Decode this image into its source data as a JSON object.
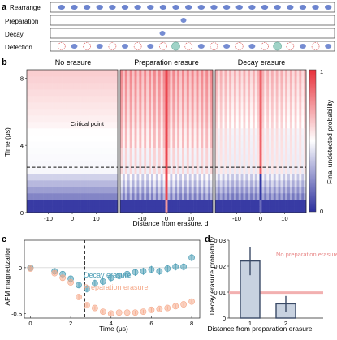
{
  "panel_a": {
    "label": "a",
    "rows": [
      "Rearrange",
      "Preparation",
      "Decay",
      "Detection"
    ],
    "atom_color": "#3b5bbf",
    "detection_ring_color": "#e07070",
    "highlight_color": "#9fd3c7"
  },
  "chart_data": [
    {
      "id": "b",
      "label": "b",
      "type": "heatmap",
      "ylabel": "Time (μs)",
      "xlabel": "Distance from erasure, d",
      "colorbar_label": "Final undetected probability",
      "colorbar_ticks": [
        "0",
        "1"
      ],
      "ylim": [
        0,
        8.5
      ],
      "xlim": [
        -19,
        19
      ],
      "x_ticks": [
        "-10",
        "0",
        "10"
      ],
      "y_ticks": [
        "0",
        "4",
        "8"
      ],
      "annotation": "Critical point",
      "critical_time": 2.7,
      "subpanels": [
        {
          "title": "No erasure"
        },
        {
          "title": "Preparation erasure"
        },
        {
          "title": "Decay erasure"
        }
      ]
    },
    {
      "id": "c",
      "label": "c",
      "type": "scatter",
      "ylabel": "AFM magnetization",
      "xlabel": "Time (μs)",
      "xlim": [
        -0.3,
        8.4
      ],
      "ylim": [
        -0.55,
        0.3
      ],
      "x_ticks": [
        "0",
        "2",
        "4",
        "6",
        "8"
      ],
      "y_ticks": [
        "0",
        "-0.5"
      ],
      "critical_time": 2.7,
      "series": [
        {
          "name": "Decay erasure",
          "color": "#4a9db5",
          "x": [
            0,
            1.2,
            1.6,
            2.0,
            2.4,
            2.8,
            3.2,
            3.6,
            4.0,
            4.4,
            4.8,
            5.2,
            5.6,
            6.0,
            6.4,
            6.8,
            7.2,
            7.6,
            8.0
          ],
          "y": [
            0.0,
            -0.04,
            -0.07,
            -0.12,
            -0.19,
            -0.23,
            -0.17,
            -0.15,
            -0.11,
            -0.09,
            -0.07,
            -0.05,
            -0.04,
            -0.02,
            -0.04,
            -0.01,
            0.01,
            0.01,
            0.11
          ],
          "err": [
            0.02,
            0.02,
            0.03,
            0.03,
            0.03,
            0.04,
            0.04,
            0.04,
            0.04,
            0.04,
            0.04,
            0.04,
            0.04,
            0.04,
            0.04,
            0.04,
            0.04,
            0.04,
            0.04
          ]
        },
        {
          "name": "Preparation erasure",
          "color": "#f5a98a",
          "x": [
            0,
            1.2,
            1.6,
            2.0,
            2.4,
            2.8,
            3.2,
            3.6,
            4.0,
            4.4,
            4.8,
            5.2,
            5.6,
            6.0,
            6.4,
            6.8,
            7.2,
            7.6,
            8.0
          ],
          "y": [
            -0.01,
            -0.06,
            -0.11,
            -0.16,
            -0.32,
            -0.41,
            -0.44,
            -0.48,
            -0.5,
            -0.49,
            -0.49,
            -0.49,
            -0.48,
            -0.46,
            -0.45,
            -0.44,
            -0.42,
            -0.4,
            -0.37
          ],
          "err": [
            0.02,
            0.02,
            0.02,
            0.02,
            0.02,
            0.02,
            0.02,
            0.02,
            0.02,
            0.02,
            0.02,
            0.02,
            0.02,
            0.02,
            0.02,
            0.02,
            0.02,
            0.02,
            0.02
          ]
        }
      ]
    },
    {
      "id": "d",
      "label": "d",
      "type": "bar",
      "ylabel": "Decay erasure probability",
      "xlabel": "Distance from preparation erasure",
      "categories": [
        "1",
        "2"
      ],
      "values": [
        0.022,
        0.0055
      ],
      "err": [
        0.0055,
        0.003
      ],
      "ylim": [
        0,
        0.03
      ],
      "y_ticks": [
        "0",
        "0.01",
        "0.02",
        "0.03"
      ],
      "reference_value": 0.0098,
      "reference_label": "No preparation erasure",
      "bar_color": "#c8d2e0",
      "reference_color": "#f2b0b0"
    }
  ]
}
